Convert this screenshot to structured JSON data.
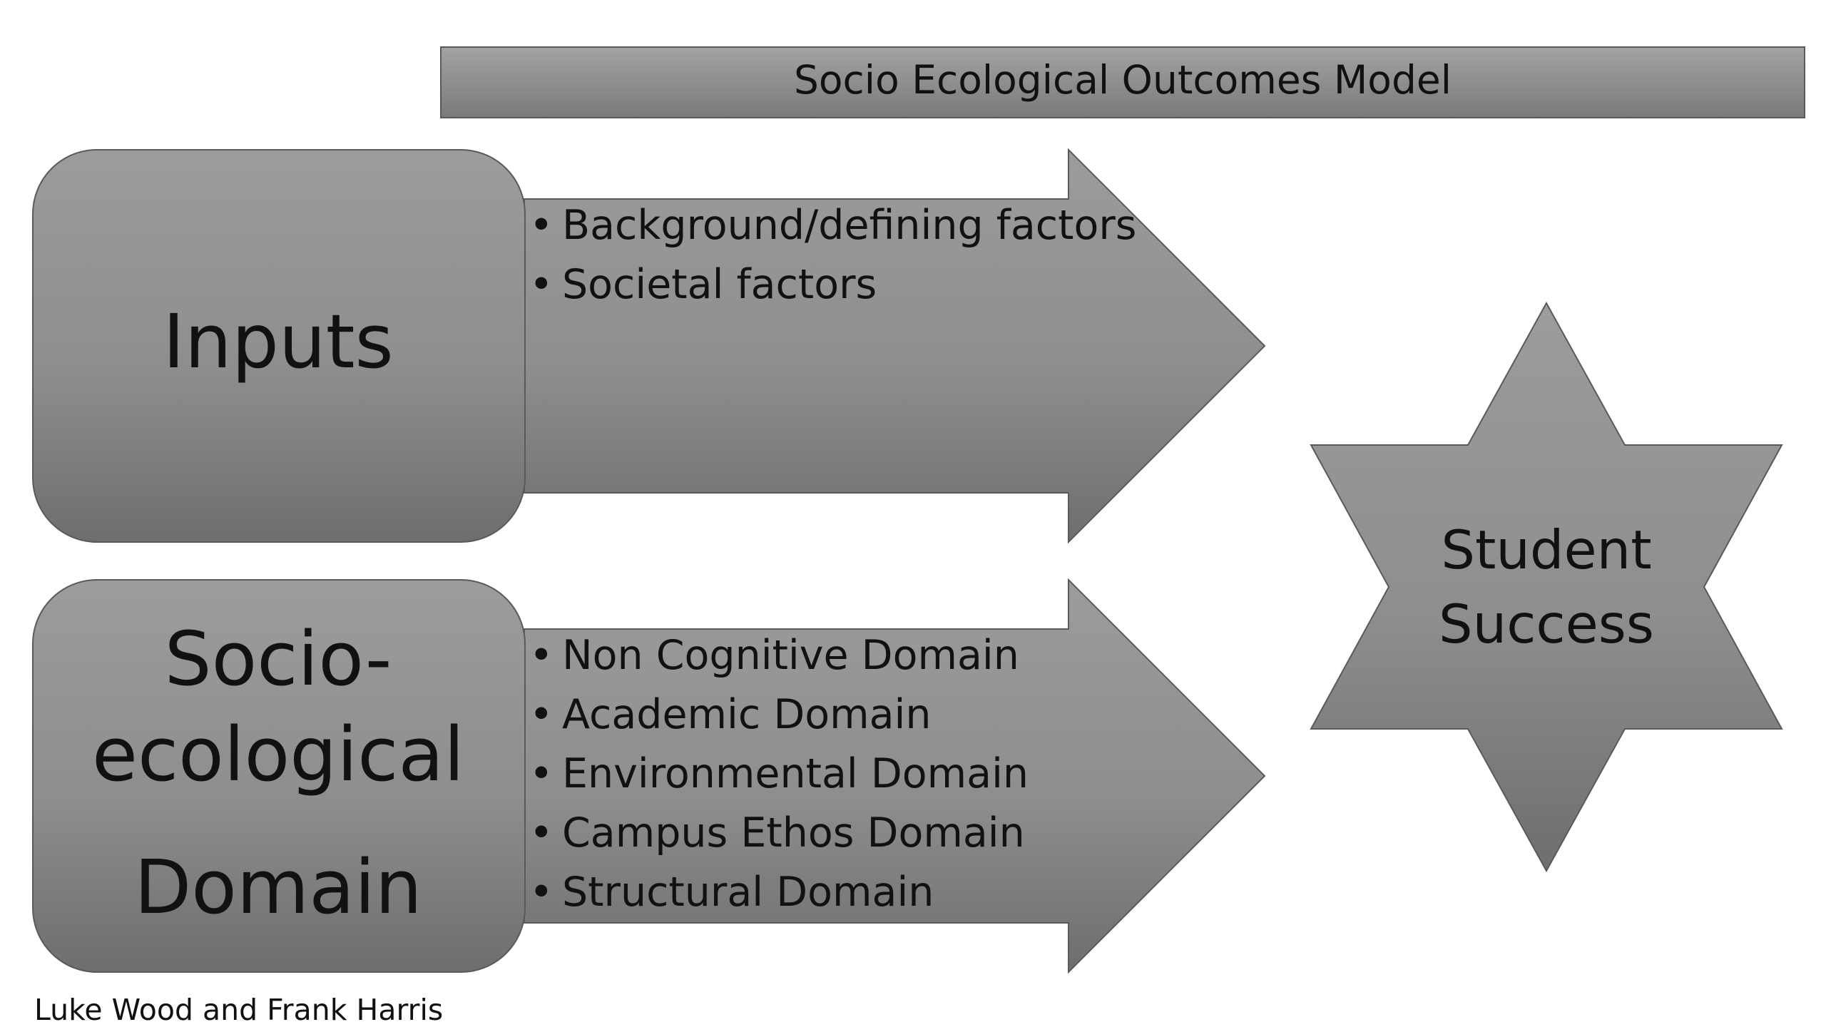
{
  "diagram": {
    "title": "Socio Ecological Outcomes Model",
    "inputs": {
      "label": "Inputs",
      "items": [
        "Background/defining factors",
        "Societal factors"
      ]
    },
    "domain": {
      "label_lines": [
        "Socio-",
        "ecological",
        "Domain"
      ],
      "items": [
        "Non Cognitive Domain",
        "Academic Domain",
        "Environmental Domain",
        "Campus Ethos Domain",
        "Structural Domain"
      ]
    },
    "outcome": {
      "label_lines": [
        "Student",
        "Success"
      ]
    },
    "credit": "Luke Wood and Frank Harris"
  },
  "colors": {
    "shape_top": "#9c9c9c",
    "shape_bottom": "#6e6e6e",
    "outline": "#5a5a5a",
    "text": "#111111"
  }
}
